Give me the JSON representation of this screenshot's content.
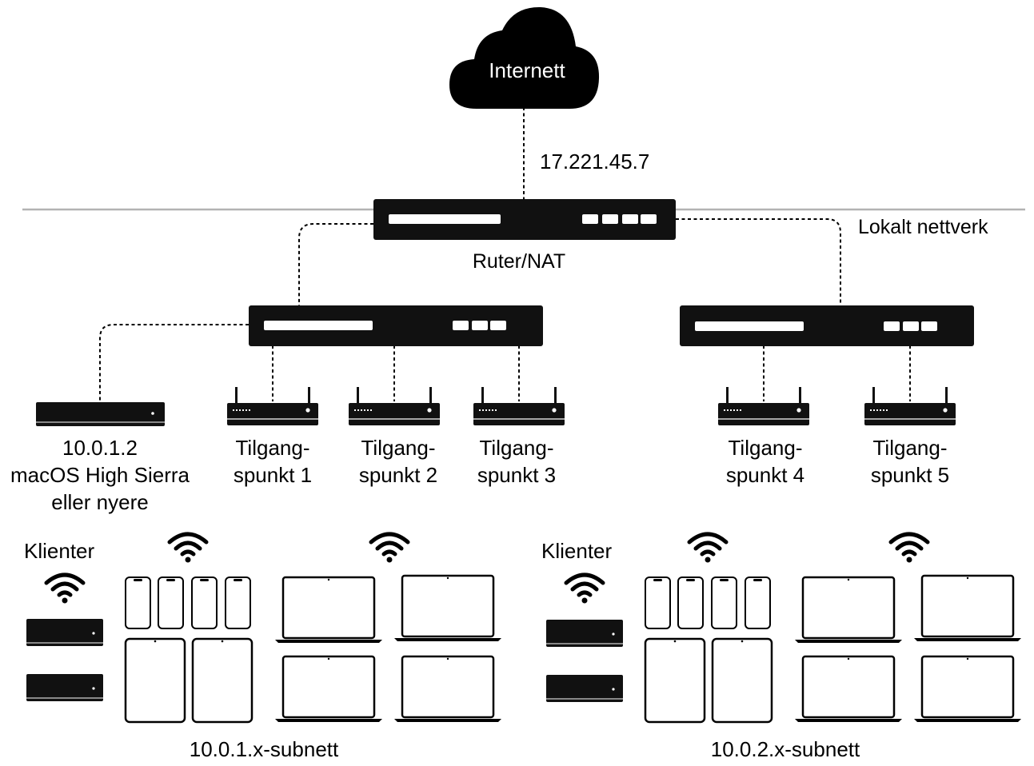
{
  "cloud": {
    "label": "Internett"
  },
  "wan_ip": "17.221.45.7",
  "lan_label": "Lokalt nettverk",
  "router": {
    "label": "Ruter/NAT"
  },
  "server": {
    "line1": "10.0.1.2",
    "line2": "macOS High Sierra",
    "line3": "eller nyere"
  },
  "access_points": [
    {
      "line1": "Tilgang-",
      "line2": "spunkt 1"
    },
    {
      "line1": "Tilgang-",
      "line2": "spunkt 2"
    },
    {
      "line1": "Tilgang-",
      "line2": "spunkt 3"
    },
    {
      "line1": "Tilgang-",
      "line2": "spunkt 4"
    },
    {
      "line1": "Tilgang-",
      "line2": "spunkt 5"
    }
  ],
  "subnets": [
    {
      "clients_label": "Klienter",
      "label": "10.0.1.x-subnett"
    },
    {
      "clients_label": "Klienter",
      "label": "10.0.2.x-subnett"
    }
  ],
  "colors": {
    "device": "#111111",
    "line": "#000000",
    "lan_divider": "#b3b3b3",
    "background": "#ffffff"
  }
}
